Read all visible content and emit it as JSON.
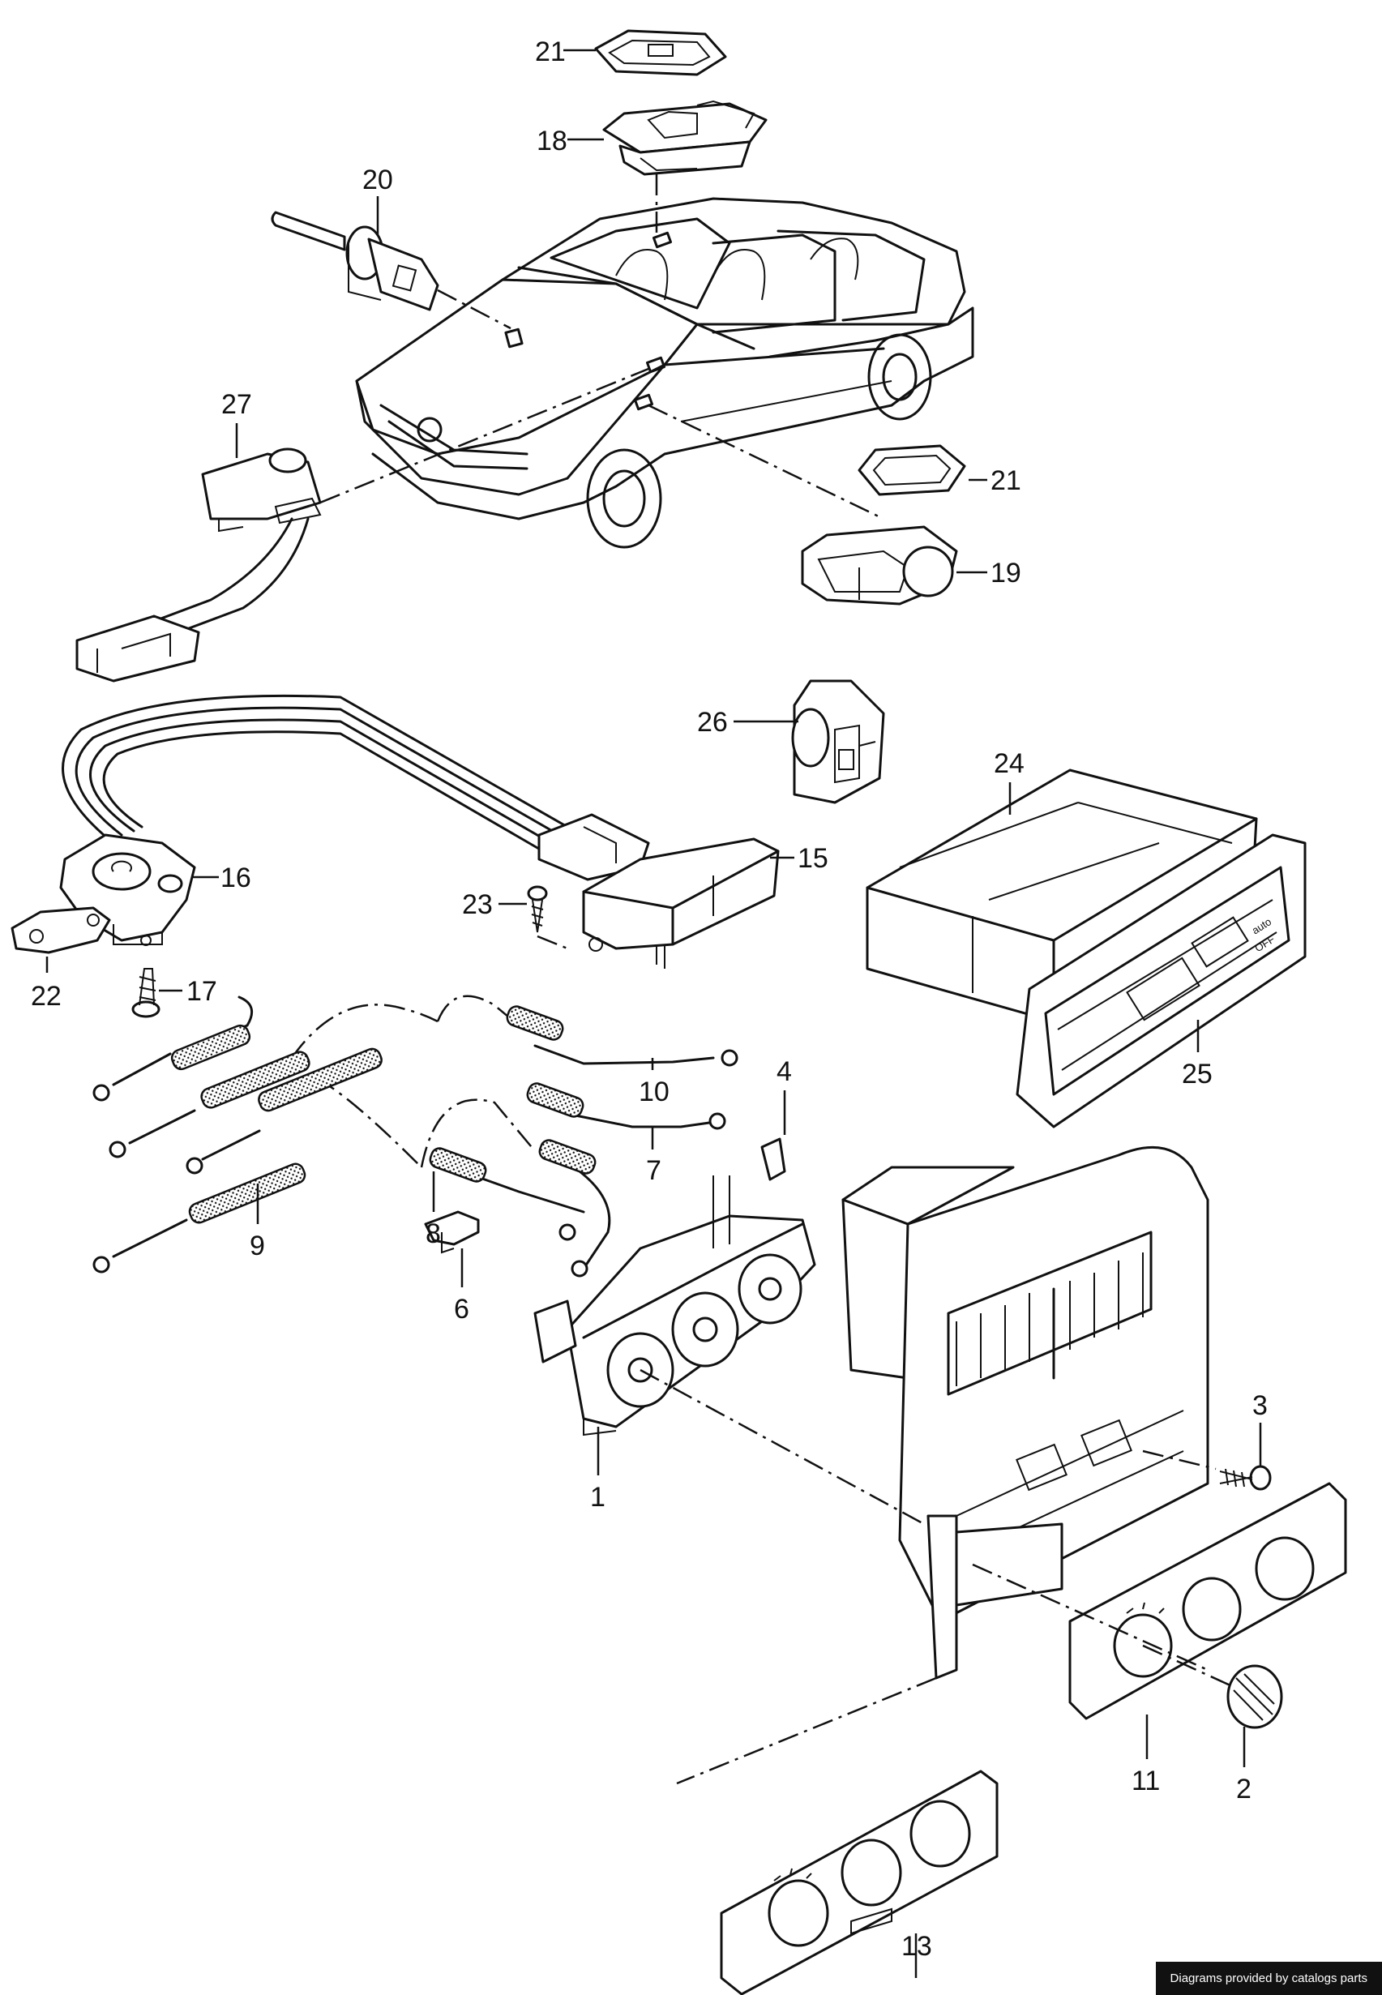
{
  "callouts": [
    {
      "id": "c21a",
      "label": "21"
    },
    {
      "id": "c18",
      "label": "18"
    },
    {
      "id": "c20",
      "label": "20"
    },
    {
      "id": "c27",
      "label": "27"
    },
    {
      "id": "c21b",
      "label": "21"
    },
    {
      "id": "c19",
      "label": "19"
    },
    {
      "id": "c26",
      "label": "26"
    },
    {
      "id": "c24",
      "label": "24"
    },
    {
      "id": "c16",
      "label": "16"
    },
    {
      "id": "c15",
      "label": "15"
    },
    {
      "id": "c23",
      "label": "23"
    },
    {
      "id": "c22",
      "label": "22"
    },
    {
      "id": "c17",
      "label": "17"
    },
    {
      "id": "c25",
      "label": "25"
    },
    {
      "id": "c4",
      "label": "4"
    },
    {
      "id": "c10",
      "label": "10"
    },
    {
      "id": "c7",
      "label": "7"
    },
    {
      "id": "c9",
      "label": "9"
    },
    {
      "id": "c8",
      "label": "8"
    },
    {
      "id": "c6",
      "label": "6"
    },
    {
      "id": "c3",
      "label": "3"
    },
    {
      "id": "c1",
      "label": "1"
    },
    {
      "id": "c11",
      "label": "11"
    },
    {
      "id": "c2",
      "label": "2"
    },
    {
      "id": "c13",
      "label": "13"
    }
  ],
  "panel_labels": {
    "auto": "auto",
    "off": "OFF"
  },
  "credit": "Diagrams provided by catalogs parts"
}
